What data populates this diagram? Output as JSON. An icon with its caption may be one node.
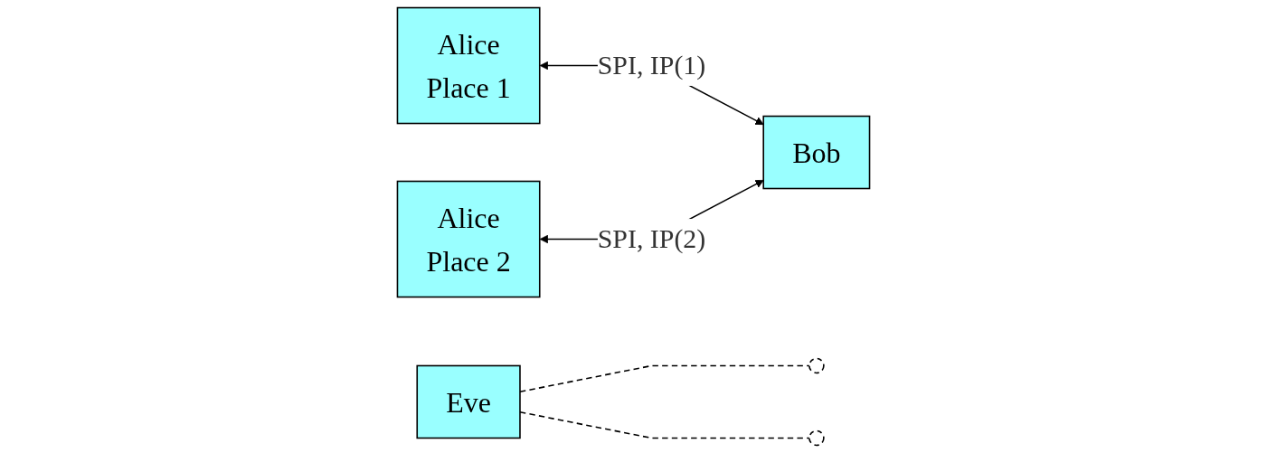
{
  "diagram": {
    "nodes": [
      {
        "text": [
          "Alice",
          "Place 1"
        ]
      },
      {
        "text": [],
        "shape": "circle"
      },
      {
        "text": [
          "Eve"
        ]
      },
      {
        "text": [
          "Bob"
        ]
      },
      {
        "text": [],
        "shape": "circle"
      },
      {
        "text": [
          "Alice",
          "Place 2"
        ]
      }
    ],
    "edges": [
      {
        "from": 0,
        "to": 3,
        "arrow": "both",
        "label": "SPI, IP(1)"
      },
      {
        "from": 2,
        "to": 1,
        "arrow": "none",
        "style": "dashed"
      },
      {
        "from": 2,
        "to": 4,
        "arrow": "none",
        "style": "dashed"
      },
      {
        "from": 5,
        "to": 3,
        "arrow": "both",
        "label": "SPI, IP(2)"
      }
    ]
  }
}
